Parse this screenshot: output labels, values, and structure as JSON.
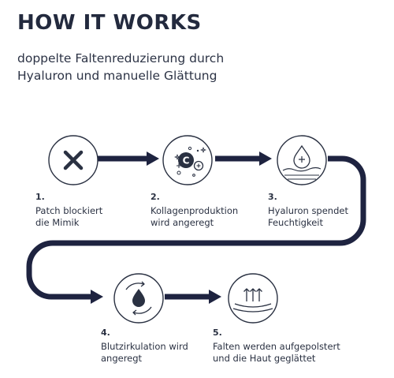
{
  "header": {
    "title": "HOW IT WORKS",
    "subtitle_line1": "doppelte Faltenreduzierung durch",
    "subtitle_line2": "Hyaluron und manuelle Glättung"
  },
  "steps": [
    {
      "number": "1.",
      "line1": "Patch blockiert",
      "line2": "die Mimik",
      "icon": "x-icon"
    },
    {
      "number": "2.",
      "line1": "Kollagenproduktion",
      "line2": "wird angeregt",
      "icon": "collagen-sparkle-icon",
      "icon_letter": "C"
    },
    {
      "number": "3.",
      "line1": "Hyaluron spendet",
      "line2": "Feuchtigkeit",
      "icon": "hydration-drop-icon"
    },
    {
      "number": "4.",
      "line1": "Blutzirkulation wird",
      "line2": "angeregt",
      "icon": "circulation-drop-icon"
    },
    {
      "number": "5.",
      "line1": "Falten werden aufgepolstert",
      "line2": "und die Haut geglättet",
      "icon": "skin-lift-icon"
    }
  ],
  "colors": {
    "arrow": "#1e2340",
    "icon_stroke": "#2a3142",
    "text": "#2a3142"
  }
}
